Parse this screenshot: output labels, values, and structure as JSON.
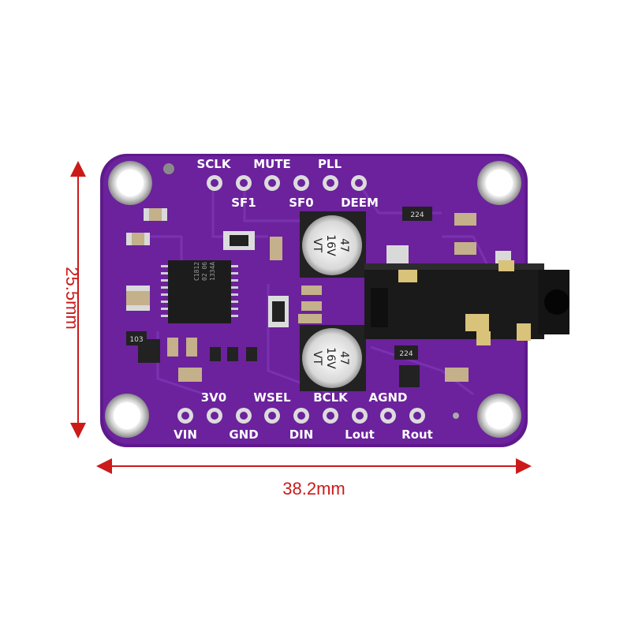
{
  "dimensions": {
    "height_label": "25.5mm",
    "width_label": "38.2mm",
    "arrow_color": "#cc1a1a"
  },
  "board": {
    "pcb_color": "#6a1f9a",
    "top_labels": [
      "SCLK",
      "MUTE",
      "PLL"
    ],
    "mid_labels": [
      "SF1",
      "SF0",
      "DEEM"
    ],
    "bottom_upper_labels": [
      "3V0",
      "WSEL",
      "BCLK",
      "AGND"
    ],
    "bottom_lower_labels": [
      "VIN",
      "GND",
      "DIN",
      "Lout",
      "Rout"
    ],
    "chip_text": [
      "1334A",
      "02 06",
      "C1812"
    ],
    "capacitor_text": [
      "47",
      "16V",
      "VT"
    ],
    "small_part_labels": [
      "224",
      "224",
      "103"
    ],
    "audio_jack": "3.5mm stereo audio jack"
  }
}
